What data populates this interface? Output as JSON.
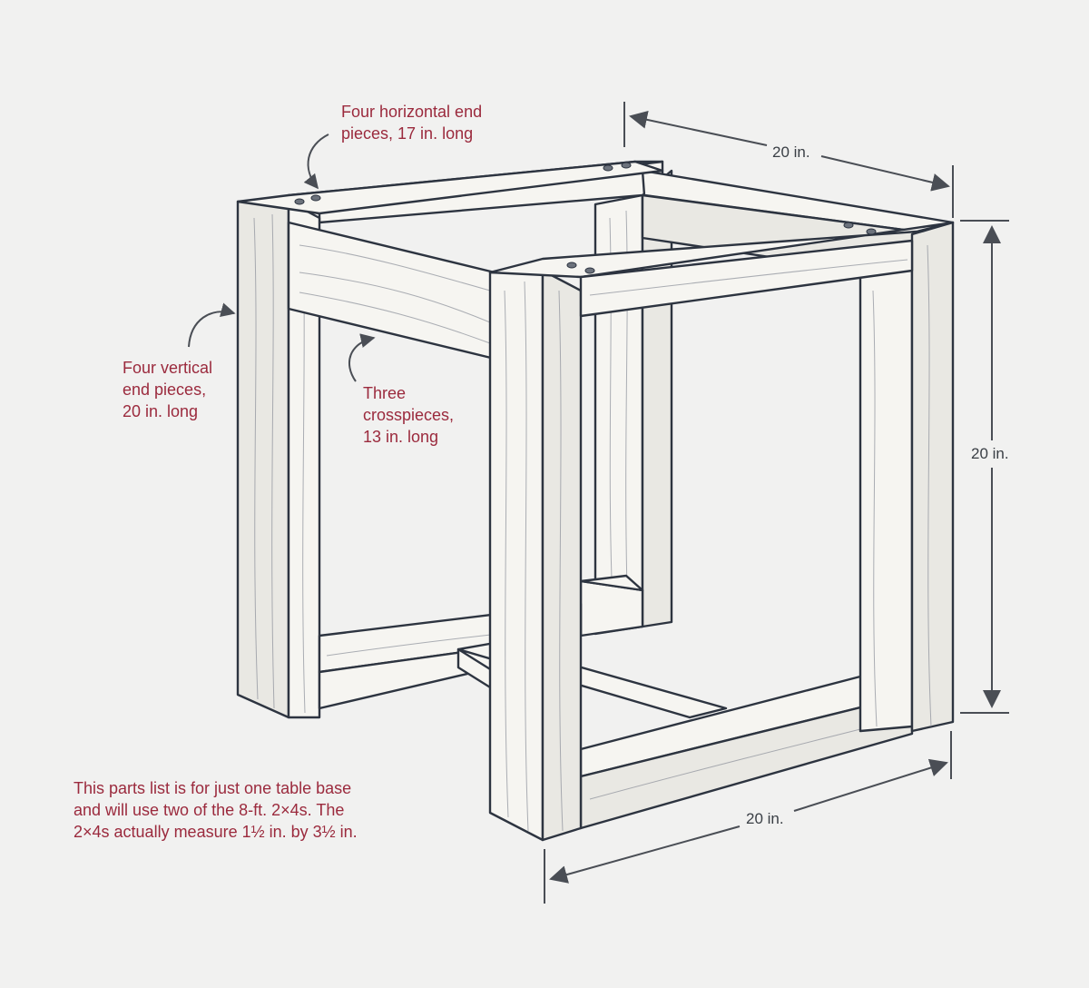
{
  "labels": {
    "horizontal_end_pieces": "Four horizontal end\npieces, 17 in. long",
    "vertical_end_pieces": "Four vertical\nend pieces,\n20 in. long",
    "crosspieces": "Three\ncrosspieces,\n13 in. long",
    "parts_note": "This parts list is for just one table base\nand will use two of the 8-ft. 2×4s. The\n2×4s actually measure 1½ in. by 3½ in."
  },
  "dimensions": {
    "top_width": "20 in.",
    "height": "20 in.",
    "bottom_width": "20 in."
  },
  "colors": {
    "label_text": "#9b2a3d",
    "outline": "#2d3440",
    "background": "#f1f1f0"
  }
}
